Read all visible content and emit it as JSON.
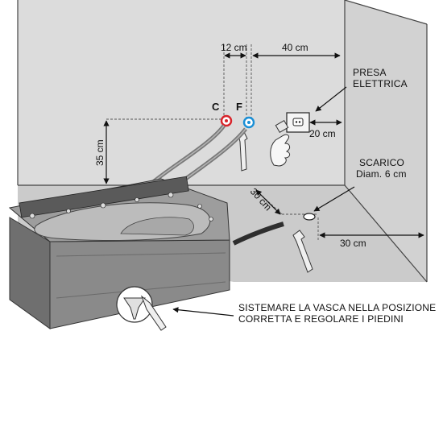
{
  "faucet_labels": {
    "hot": "C",
    "cold": "F"
  },
  "dimensions": {
    "tap_spacing": "12 cm",
    "tap_to_socket": "40 cm",
    "socket_offset": "20 cm",
    "tap_height": "35 cm",
    "drain_from_wall": "30 cm",
    "drain_from_side": "30 cm"
  },
  "callouts": {
    "socket": [
      "PRESA",
      "ELETTRICA"
    ],
    "drain": [
      "SCARICO",
      "Diam. 6 cm"
    ],
    "instruction": [
      "SISTEMARE LA VASCA NELLA POSIZIONE",
      "CORRETTA E REGOLARE I PIEDINI"
    ]
  },
  "colors": {
    "wall": "#dcdcdc",
    "floor": "#cfcfcf",
    "tub": "#8a8a8a",
    "hot_water": "#d8232a",
    "cold_water": "#1a8fd6"
  },
  "icons": [
    "wrench-icon",
    "hand-icon",
    "electrical-socket-icon",
    "adjustable-foot-icon"
  ]
}
